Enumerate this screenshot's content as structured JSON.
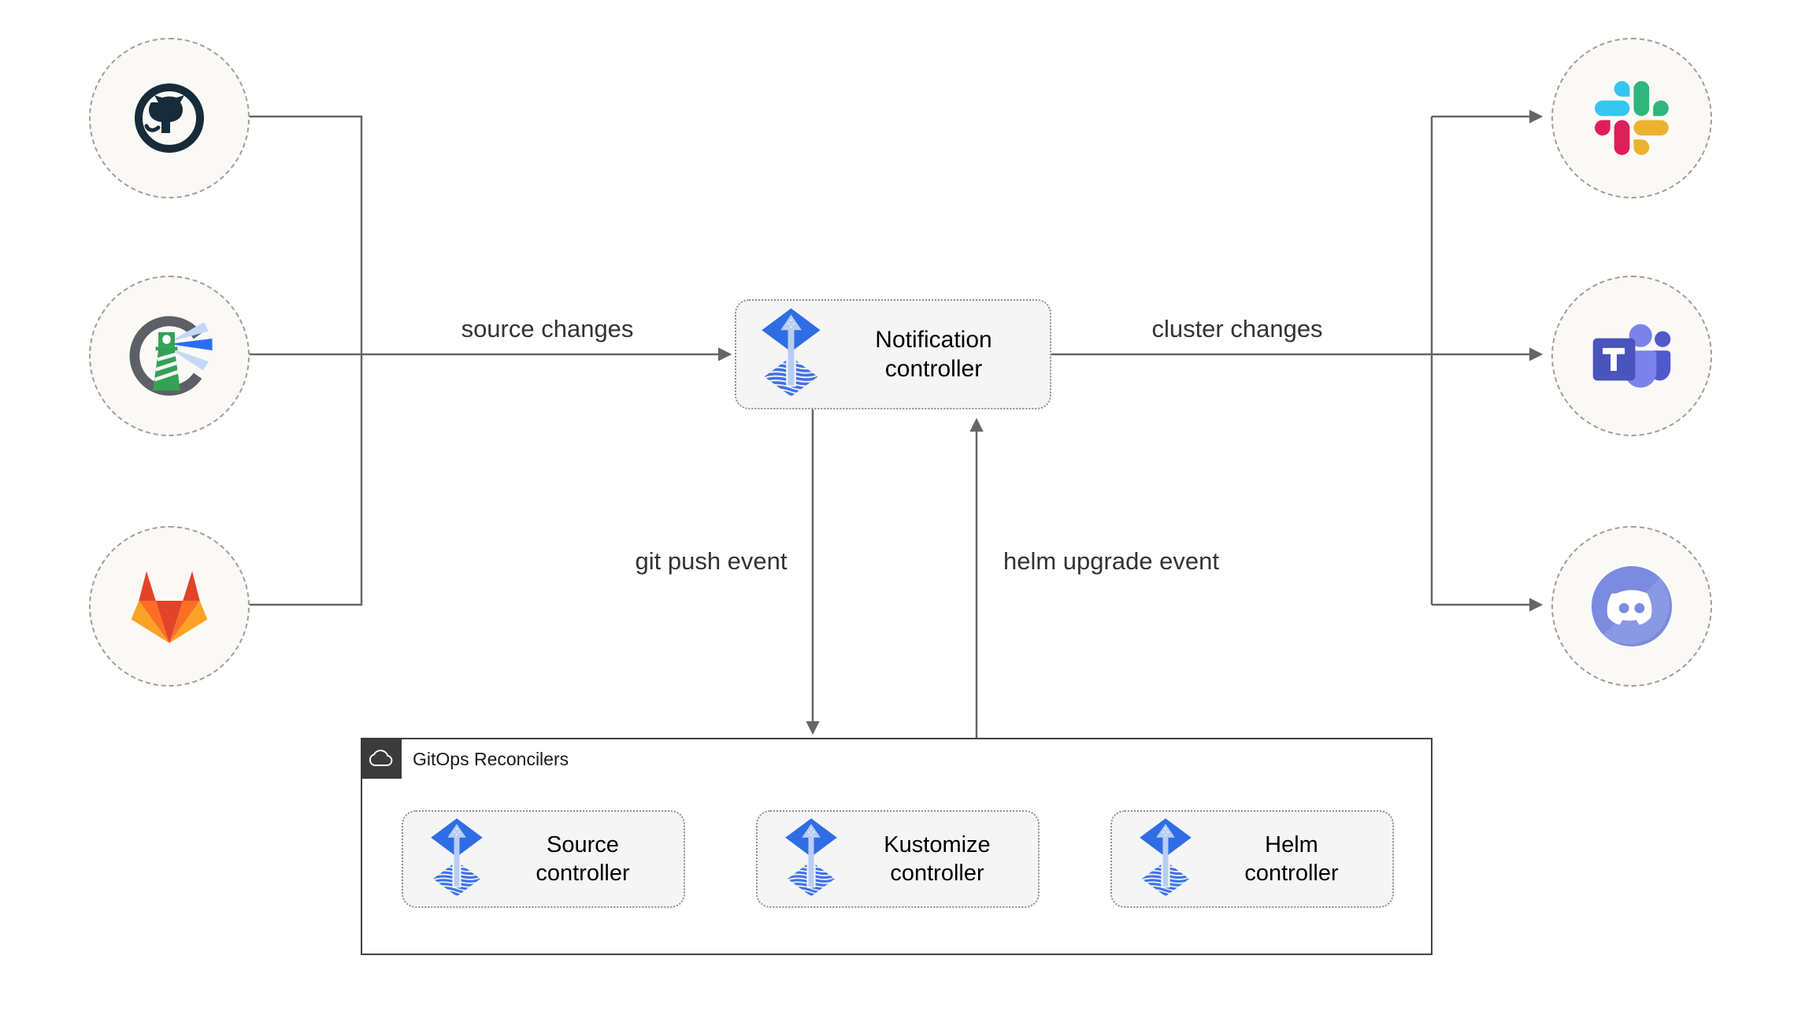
{
  "diagram_title": "Flux notification controller flow",
  "colors": {
    "edge": "#666666",
    "edge_label_text": "#333333",
    "box_fill": "#f5f5f5",
    "box_border": "#8f8f8f",
    "box_text": "#000000",
    "circle_fill": "#faf9f6",
    "circle_border": "#9e9e9e",
    "container_border": "#424242",
    "container_badge_bg": "#3b3b3b",
    "flux_blue": "#2f6de4",
    "flux_light_arrow": "#b9cdf3",
    "github_navy": "#172b3a",
    "gitlab_red": "#e24329",
    "gitlab_orange": "#fc6d26",
    "gitlab_yellow": "#fca326",
    "slack_blue": "#36c5f0",
    "slack_green": "#2eb67d",
    "slack_red": "#e01e5a",
    "slack_yellow": "#ecb22e",
    "teams_purple": "#4b53bc",
    "discord_blurple": "#7a8be0",
    "harbor_green": "#34a156"
  },
  "nodes": {
    "notification": {
      "label": "Notification\ncontroller",
      "icon": "flux-icon"
    },
    "sources": [
      {
        "icon": "github-icon"
      },
      {
        "icon": "harbor-icon"
      },
      {
        "icon": "gitlab-icon"
      }
    ],
    "targets": [
      {
        "icon": "slack-icon"
      },
      {
        "icon": "teams-icon"
      },
      {
        "icon": "discord-icon"
      }
    ]
  },
  "container": {
    "title": "GitOps Reconcilers",
    "badge_icon": "cloud-icon",
    "boxes": [
      {
        "label": "Source\ncontroller",
        "icon": "flux-icon"
      },
      {
        "label": "Kustomize\ncontroller",
        "icon": "flux-icon"
      },
      {
        "label": "Helm\ncontroller",
        "icon": "flux-icon"
      }
    ]
  },
  "edge_labels": {
    "source_changes": "source changes",
    "cluster_changes": "cluster changes",
    "git_push": "git push event",
    "helm_upgrade": "helm upgrade event"
  }
}
